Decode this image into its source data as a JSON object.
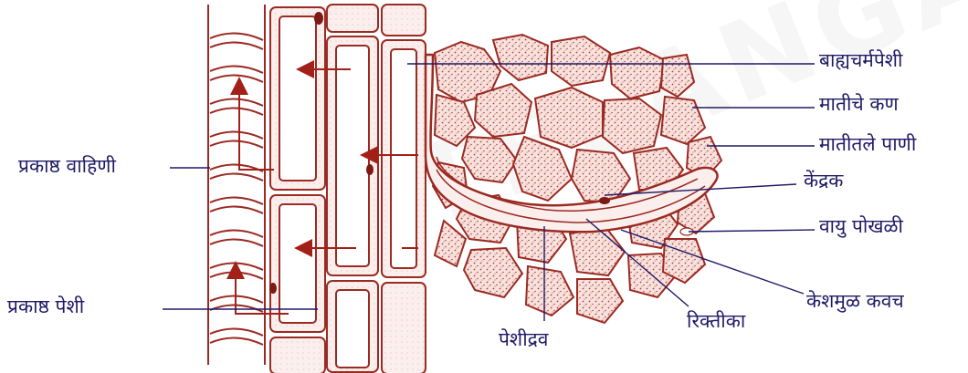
{
  "labels": {
    "epidermal_cell": "बाह्यचर्मपेशी",
    "soil_particles": "मातीचे कण",
    "soil_water": "मातीतले पाणी",
    "nucleus": "केंद्रक",
    "air_bubble": "वायु पोखळी",
    "root_hair_wall": "केशमुळ  कवच",
    "vacuole": "रिक्तीका",
    "cytoplasm": "पेशीद्रव",
    "xylem_vessel": "प्रकाष्ठ वाहिणी",
    "xylem_cell": "प्रकाष्ठ पेशी"
  },
  "watermark": "TELANGANA",
  "colors": {
    "cell_wall": "#9b2a22",
    "fill": "#f8e6e3",
    "stipple": "#b0453c",
    "arrow": "#a32018",
    "leader_line": "#1f1a66",
    "label_text": "#1f1a66"
  }
}
